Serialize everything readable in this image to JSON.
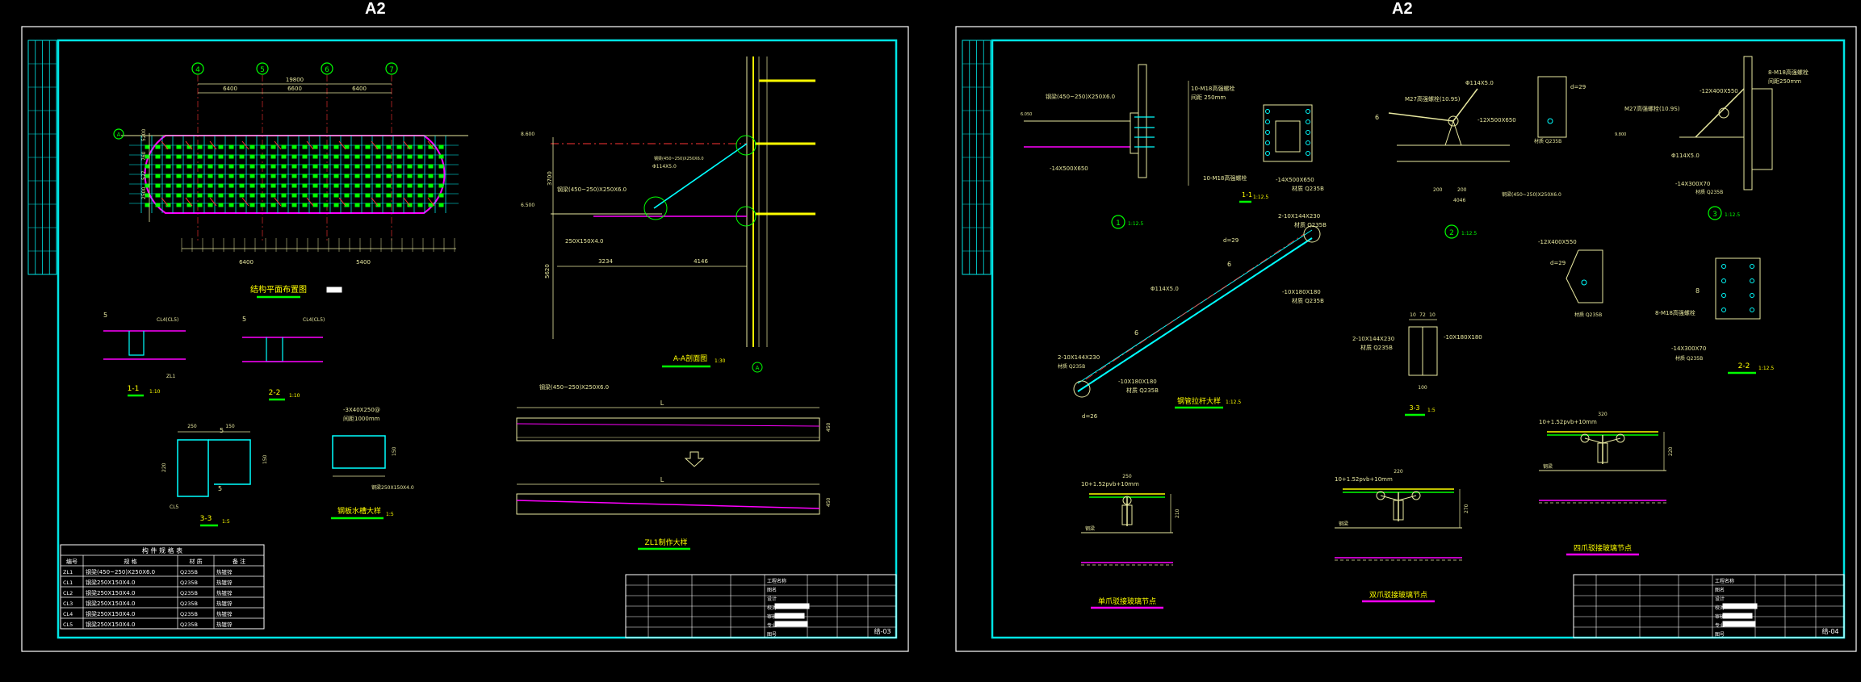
{
  "colors": {
    "background": "#000000",
    "border": "#00e5e5",
    "frame": "#ffffff",
    "dim": "#e8e8a0",
    "yellow": "#ffff00",
    "magenta": "#ff00ff",
    "green": "#00ff00",
    "red": "#ff3333",
    "cyan": "#00ffff"
  },
  "sheets": [
    {
      "label": "A2",
      "plan": {
        "axes": [
          "4",
          "5",
          "6",
          "7"
        ],
        "total_dim": "19800",
        "spans": [
          "6400",
          "6600",
          "6400"
        ],
        "side_label": "A",
        "title": "结构平面布置图",
        "left_dims": [
          "5200",
          "760",
          "577",
          "2500"
        ],
        "bottom_dims": [
          "6400",
          "5400"
        ]
      },
      "elevation": {
        "title": "A-A剖面图",
        "scale": "1:30",
        "labels": [
          "钢梁(450~250)X250X6.0",
          "Φ114X5.0",
          "钢梁(450~250)X250X6.0",
          "250X150X4.0"
        ],
        "dims": [
          "3234",
          "4146",
          "5620",
          "3700",
          "8.600",
          "6.500"
        ],
        "marker": "A"
      },
      "section11": {
        "title": "1-1",
        "scale": "1:10",
        "labels": [
          "5",
          "CL4(CL5)",
          "ZL1"
        ]
      },
      "section22": {
        "title": "2-2",
        "scale": "1:10",
        "labels": [
          "5",
          "CL4(CL5)"
        ]
      },
      "section33": {
        "title": "3-3",
        "scale": "1:5",
        "labels": [
          "5",
          "5",
          "CL5",
          "150",
          "250",
          "220",
          "150"
        ]
      },
      "gutter": {
        "title": "钢板水槽大样",
        "scale": "1:5",
        "labels": [
          "-3X40X250@",
          "间距1000mm",
          "150",
          "钢梁250X150X4.0"
        ]
      },
      "beam": {
        "title": "ZL1制作大样",
        "labels": [
          "钢梁(450~250)X250X6.0",
          "L",
          "450",
          "L",
          "450"
        ]
      },
      "table": {
        "title": "构 件 规 格 表",
        "headers": [
          "编号",
          "规 格",
          "材 质",
          "备 注"
        ],
        "rows": [
          [
            "ZL1",
            "钢梁(450~250)X250X6.0",
            "Q235B",
            "热镀锌"
          ],
          [
            "CL1",
            "钢梁250X150X4.0",
            "Q235B",
            "热镀锌"
          ],
          [
            "CL2",
            "钢梁250X150X4.0",
            "Q235B",
            "热镀锌"
          ],
          [
            "CL3",
            "钢梁250X150X4.0",
            "Q235B",
            "热镀锌"
          ],
          [
            "CL4",
            "钢梁250X150X4.0",
            "Q235B",
            "热镀锌"
          ],
          [
            "CL5",
            "钢梁250X150X4.0",
            "Q235B",
            "热镀锌"
          ]
        ]
      },
      "title_block": {
        "drawing_no": "结-03",
        "cells": [
          "工程名称",
          "图名",
          "设计",
          "校对",
          "审核",
          "专业",
          "图号"
        ]
      }
    },
    {
      "label": "A2",
      "detail1": {
        "title": "1",
        "scale": "1:12.5",
        "labels": [
          "10-M18高强螺栓",
          "间距 250mm",
          "钢梁(450~250)X250X6.0",
          "-14X500X650",
          "10-M18高强螺栓",
          "1-1",
          "1:12.5",
          "-14X500X650",
          "材质 Q235B",
          "6.050"
        ]
      },
      "detail2": {
        "title": "2",
        "scale": "1:12.5",
        "labels": [
          "Φ114X5.0",
          "M27高强螺栓(10.9S)",
          "6",
          "-12X500X650",
          "钢梁(450~250)X250X6.0",
          "材质 Q235B",
          "d=29",
          "200",
          "200",
          "4046"
        ]
      },
      "detail3": {
        "title": "3",
        "scale": "1:12.5",
        "labels": [
          "8-M18高强螺栓",
          "间距250mm",
          "-12X400X550",
          "M27高强螺栓(10.9S)",
          "Φ114X5.0",
          "-14X300X70",
          "材质 Q235B",
          "9.800"
        ]
      },
      "brace": {
        "title": "钢管拉杆大样",
        "scale": "1:12.5",
        "labels": [
          "2-10X144X230",
          "材质 Q235B",
          "d=29",
          "Φ114X5.0",
          "-10X180X180",
          "材质 Q235B",
          "6",
          "2-10X144X230",
          "-10X180X180",
          "材质 Q235B",
          "d=26",
          "6",
          "材质 Q235B"
        ]
      },
      "sec33": {
        "title": "3-3",
        "scale": "1:5",
        "labels": [
          "2-10X144X230",
          "材质 Q235B",
          "-10X180X180",
          "10",
          "72",
          "10",
          "100"
        ]
      },
      "plate": {
        "labels": [
          "-12X400X550",
          "d=29",
          "材质 Q235B"
        ]
      },
      "sec22": {
        "title": "2-2",
        "scale": "1:12.5",
        "labels": [
          "8",
          "8-M18高强螺栓",
          "-14X300X70",
          "材质 Q235B"
        ]
      },
      "node1": {
        "title": "单爪驳接玻璃节点",
        "labels": [
          "250",
          "10+1.52pvb+10mm",
          "210",
          "钢梁"
        ]
      },
      "node2": {
        "title": "双爪驳接玻璃节点",
        "labels": [
          "10+1.52pvb+10mm",
          "220",
          "270",
          "钢梁"
        ]
      },
      "node4": {
        "title": "四爪驳接玻璃节点",
        "labels": [
          "10+1.52pvb+10mm",
          "320",
          "220",
          "钢梁"
        ]
      },
      "title_block": {
        "drawing_no": "结-04",
        "cells": [
          "工程名称",
          "图名",
          "设计",
          "校对",
          "审核",
          "专业",
          "图号"
        ]
      }
    }
  ]
}
